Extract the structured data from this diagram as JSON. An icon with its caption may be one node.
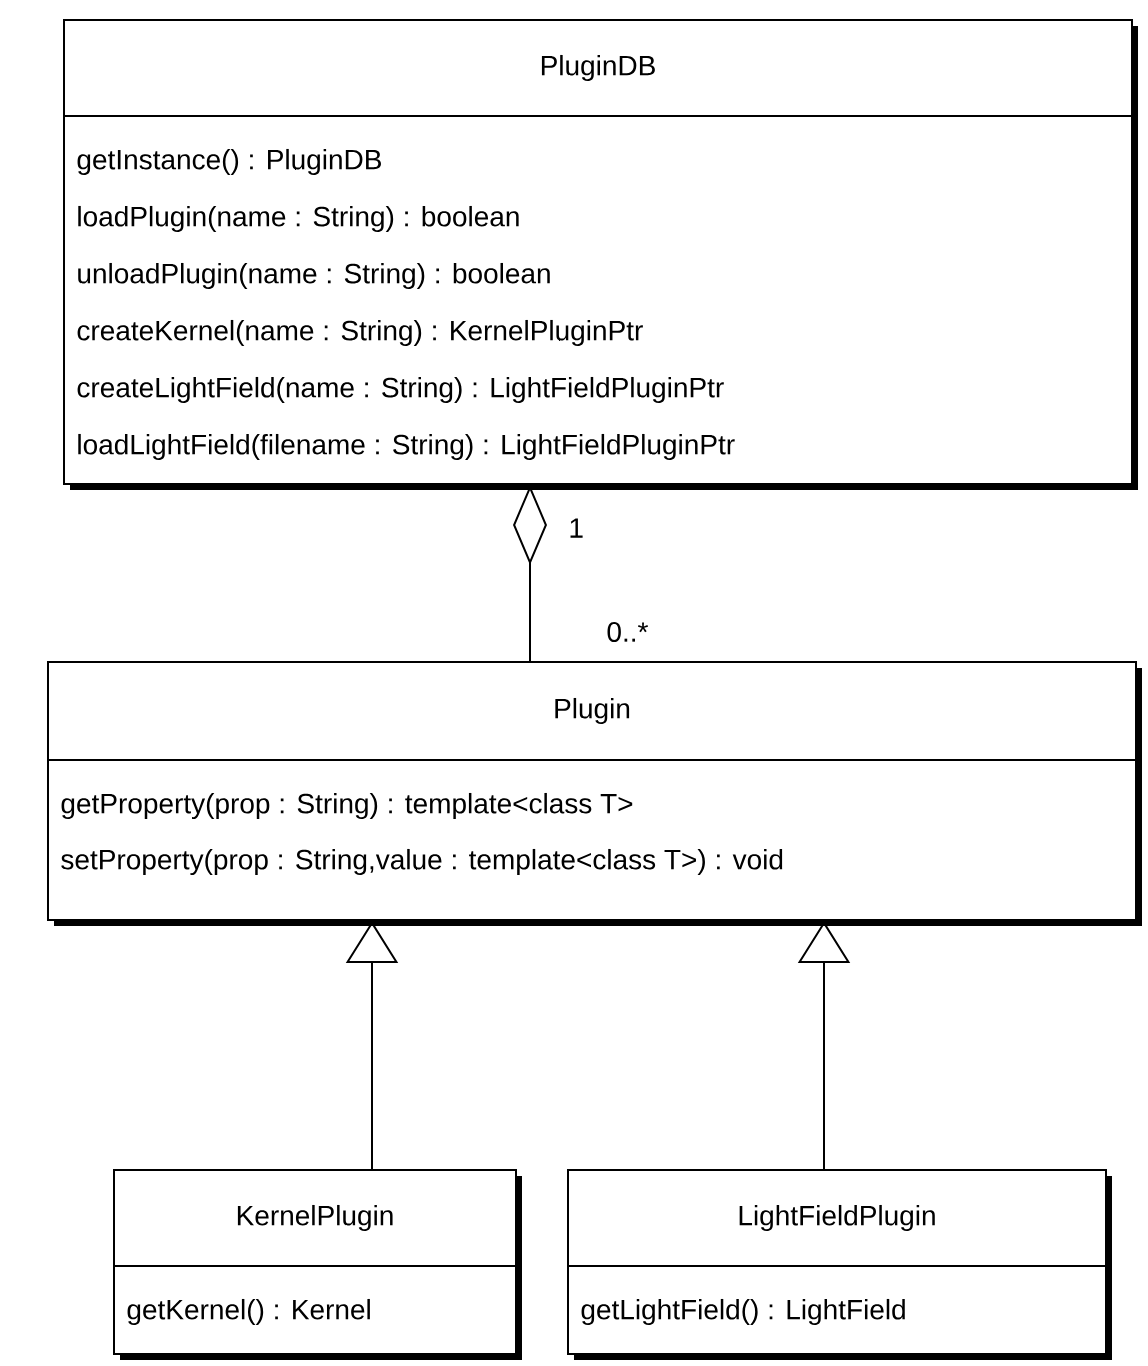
{
  "diagram": {
    "nodes": [
      {
        "text": [
          "PluginDB",
          "getInstance() : PluginDB",
          "loadPlugin(name : String) : boolean",
          "unloadPlugin(name : String) : boolean",
          "createKernel(name : String) : KernelPluginPtr",
          "createLightField(name : String) : LightFieldPluginPtr",
          "loadLightField(filename : String) : LightFieldPluginPtr"
        ]
      },
      {
        "text": [
          "Plugin",
          "getProperty(prop : String) : template<class T>",
          "setProperty(prop : String,value : template<class T>) : void"
        ]
      },
      {
        "text": [
          "KernelPlugin",
          "getKernel() : Kernel"
        ]
      },
      {
        "text": [
          "LightFieldPlugin",
          "getLightField() : LightField"
        ]
      }
    ],
    "edges": [
      {
        "from": 0,
        "to": 1,
        "arrow": "other"
      },
      {
        "from": 2,
        "to": 1,
        "arrow": "to"
      },
      {
        "from": 3,
        "to": 1,
        "arrow": "to"
      }
    ],
    "labels": [
      "1",
      "0..*"
    ]
  }
}
